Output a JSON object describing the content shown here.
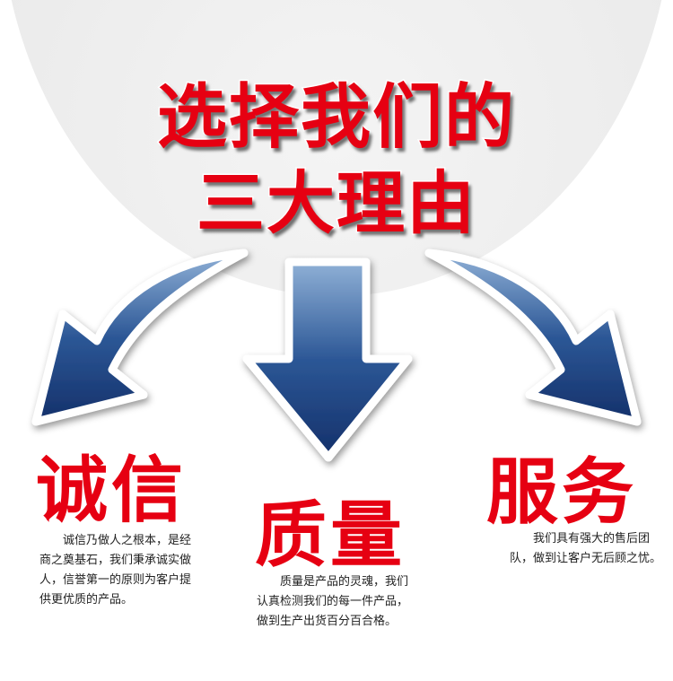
{
  "title": {
    "line1": "选择我们的",
    "line2": "三大理由"
  },
  "reasons": [
    {
      "heading": "诚信",
      "text": "诚信乃做人之根本，是经商之奠基石，我们秉承诚实做人，信誉第一的原则为客户提供更优质的产品。"
    },
    {
      "heading": "质量",
      "text": "质量是产品的灵魂，我们认真检测我们的每一件产品，做到生产出货百分百合格。"
    },
    {
      "heading": "服务",
      "text": "我们具有强大的售后团队，做到让客户无后顾之忧。"
    }
  ],
  "colors": {
    "accent": "#e60012",
    "arrow": "#1f3f7a"
  }
}
